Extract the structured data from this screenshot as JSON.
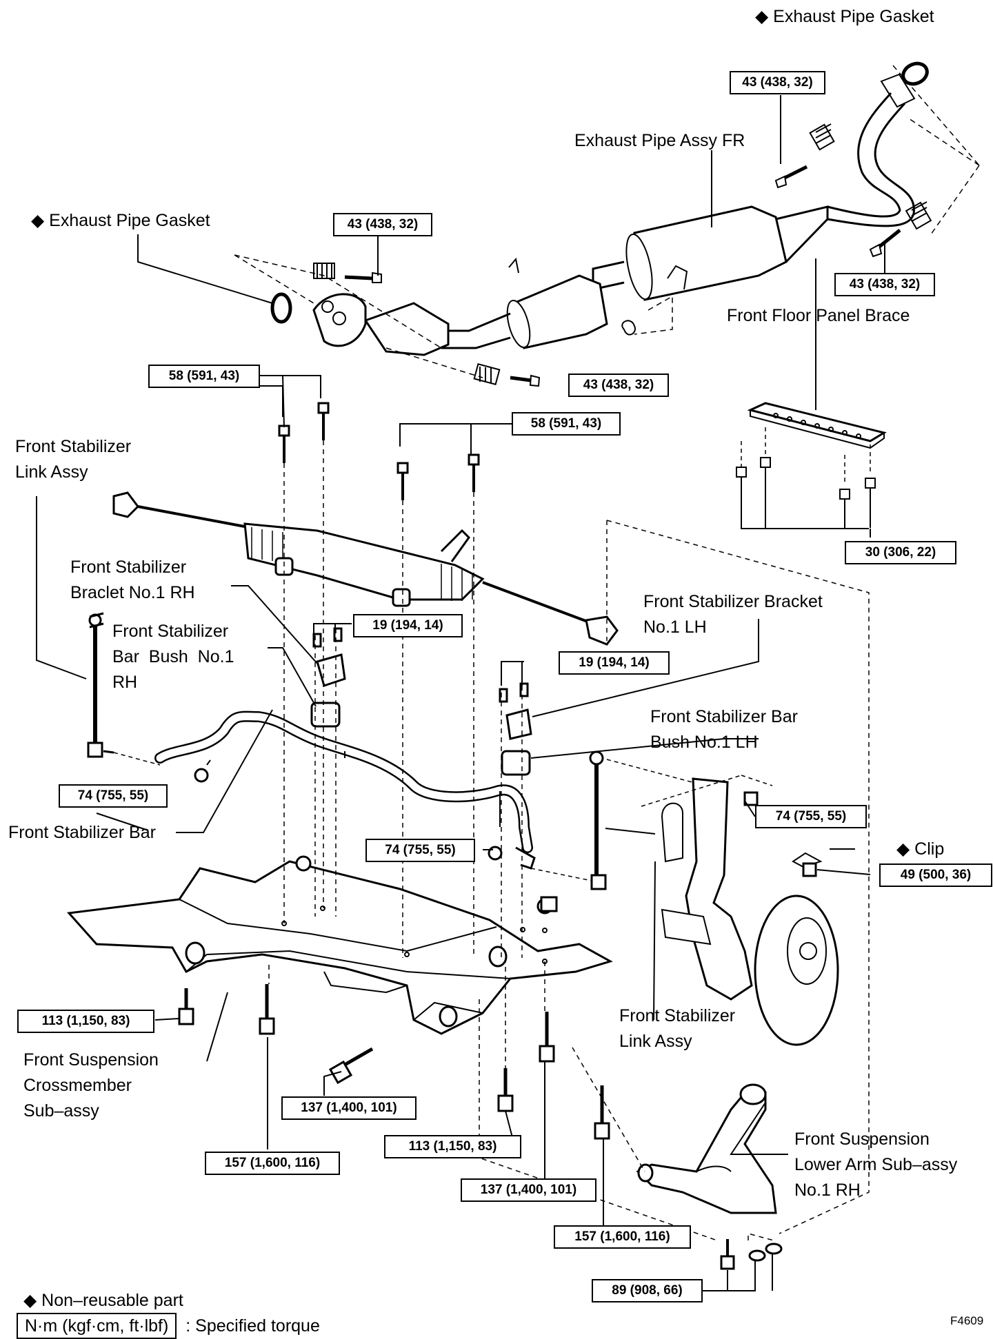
{
  "figure_code": "F4609",
  "labels": {
    "exhaust_gasket_top": "◆ Exhaust Pipe Gasket",
    "exhaust_gasket_left": "◆ Exhaust Pipe Gasket",
    "exhaust_pipe_fr": "Exhaust Pipe Assy FR",
    "floor_brace": "Front Floor Panel Brace",
    "link_assy_rh_1": "Front Stabilizer",
    "link_assy_rh_2": "Link Assy",
    "bracket_rh_1": "Front Stabilizer",
    "bracket_rh_2": "Braclet No.1 RH",
    "bush_rh_1": "Front Stabilizer",
    "bush_rh_2": "Bar  Bush  No.1",
    "bush_rh_3": "RH",
    "bracket_lh_1": "Front Stabilizer Bracket",
    "bracket_lh_2": "No.1 LH",
    "bush_lh_1": "Front Stabilizer Bar",
    "bush_lh_2": "Bush No.1 LH",
    "stab_bar": "Front Stabilizer Bar",
    "clip": "◆ Clip",
    "link_assy_lh_1": "Front Stabilizer",
    "link_assy_lh_2": "Link Assy",
    "crossmember_1": "Front Suspension",
    "crossmember_2": "Crossmember",
    "crossmember_3": "Sub–assy",
    "lower_arm_1": "Front Suspension",
    "lower_arm_2": "Lower Arm Sub–assy",
    "lower_arm_3": "No.1 RH"
  },
  "torques": {
    "t1": "43 (438, 32)",
    "t2": "43 (438, 32)",
    "t3": "43 (438, 32)",
    "t4": "43 (438, 32)",
    "t5": "58 (591, 43)",
    "t6": "58 (591, 43)",
    "t7": "30 (306, 22)",
    "t8": "19 (194, 14)",
    "t9": "19 (194, 14)",
    "t10": "74 (755, 55)",
    "t11": "74 (755, 55)",
    "t12": "74 (755, 55)",
    "t13": "49 (500, 36)",
    "t14": "113 (1,150, 83)",
    "t15": "137 (1,400, 101)",
    "t16": "113 (1,150, 83)",
    "t17": "157 (1,600, 116)",
    "t18": "137 (1,400, 101)",
    "t19": "157 (1,600, 116)",
    "t20": "89 (908, 66)"
  },
  "legend": {
    "non_reusable": "◆ Non–reusable part",
    "torque_unit": "N·m (kgf·cm, ft·lbf)",
    "torque_desc": ": Specified torque"
  }
}
